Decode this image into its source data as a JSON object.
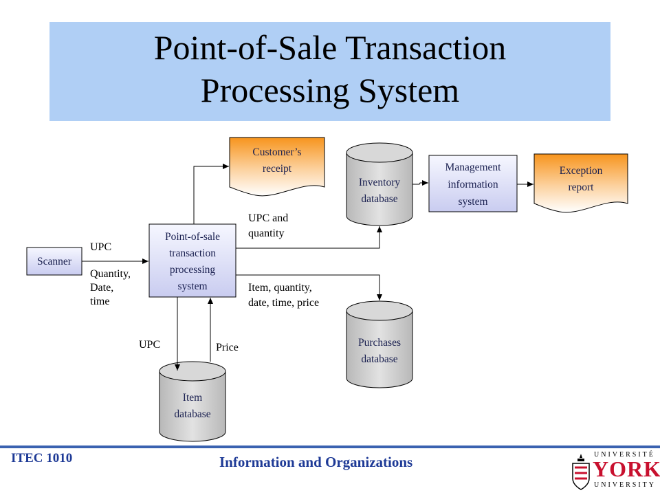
{
  "title": {
    "line1": "Point-of-Sale Transaction",
    "line2": "Processing System"
  },
  "nodes": {
    "scanner": "Scanner",
    "pos": [
      "Point-of-sale",
      "transaction",
      "processing",
      "system"
    ],
    "receipt": [
      "Customer’s",
      "receipt"
    ],
    "inventory_db": [
      "Inventory",
      "database"
    ],
    "mis": [
      "Management",
      "information",
      "system"
    ],
    "exception": [
      "Exception",
      "report"
    ],
    "purchases_db": [
      "Purchases",
      "database"
    ],
    "item_db": [
      "Item",
      "database"
    ]
  },
  "edge_labels": {
    "upc_top": "UPC",
    "qty_date_time": [
      "Quantity,",
      "Date,",
      "time"
    ],
    "upc_and_qty": [
      "UPC and",
      "quantity"
    ],
    "item_qty": [
      "Item, quantity,",
      "date, time, price"
    ],
    "upc_down": "UPC",
    "price": "Price"
  },
  "footer": {
    "course": "ITEC 1010",
    "subject": "Information and Organizations",
    "logo": {
      "top": "UNIVERSITÉ",
      "main": "YORK",
      "bottom": "UNIVERSITY"
    }
  },
  "colors": {
    "title_band": "#b0cff5",
    "box_fill_light": "#eef0ff",
    "box_fill_dark": "#c6c9ee",
    "doc_orange": "#f7941d",
    "cylinder_grey": "#c8c8c8",
    "footer_blue": "#1e3a96"
  }
}
